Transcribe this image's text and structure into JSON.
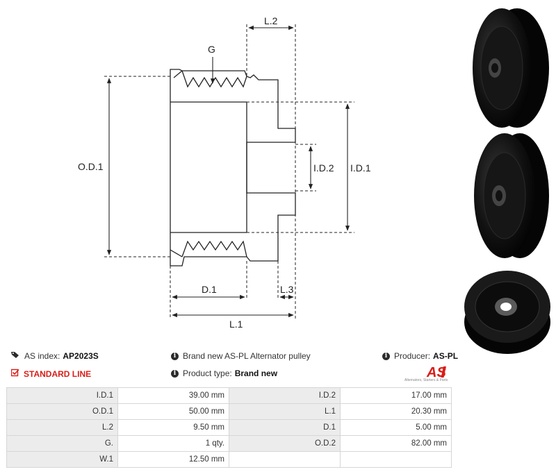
{
  "diagram": {
    "labels": {
      "od1": "O.D.1",
      "id1": "I.D.1",
      "id2": "I.D.2",
      "g": "G",
      "l1": "L.1",
      "l2": "L.2",
      "l3": "L.3",
      "d1": "D.1"
    }
  },
  "info": {
    "as_index_label": "AS index:",
    "as_index_value": "AP2023S",
    "line_label": "STANDARD LINE",
    "description": "Brand new AS-PL Alternator pulley",
    "product_type_label": "Product type:",
    "product_type_value": "Brand new",
    "producer_label": "Producer:",
    "producer_value": "AS-PL"
  },
  "logo": {
    "text": "AS",
    "tagline": "Alternators, Starters & Parts",
    "color": "#d91e18"
  },
  "specs": {
    "rows": [
      {
        "l1": "I.D.1",
        "v1": "39.00 mm",
        "l2": "I.D.2",
        "v2": "17.00 mm"
      },
      {
        "l1": "O.D.1",
        "v1": "50.00 mm",
        "l2": "L.1",
        "v2": "20.30 mm"
      },
      {
        "l1": "L.2",
        "v1": "9.50 mm",
        "l2": "D.1",
        "v2": "5.00 mm"
      },
      {
        "l1": "G.",
        "v1": "1 qty.",
        "l2": "O.D.2",
        "v2": "82.00 mm"
      },
      {
        "l1": "W.1",
        "v1": "12.50 mm",
        "l2": "",
        "v2": ""
      }
    ]
  }
}
